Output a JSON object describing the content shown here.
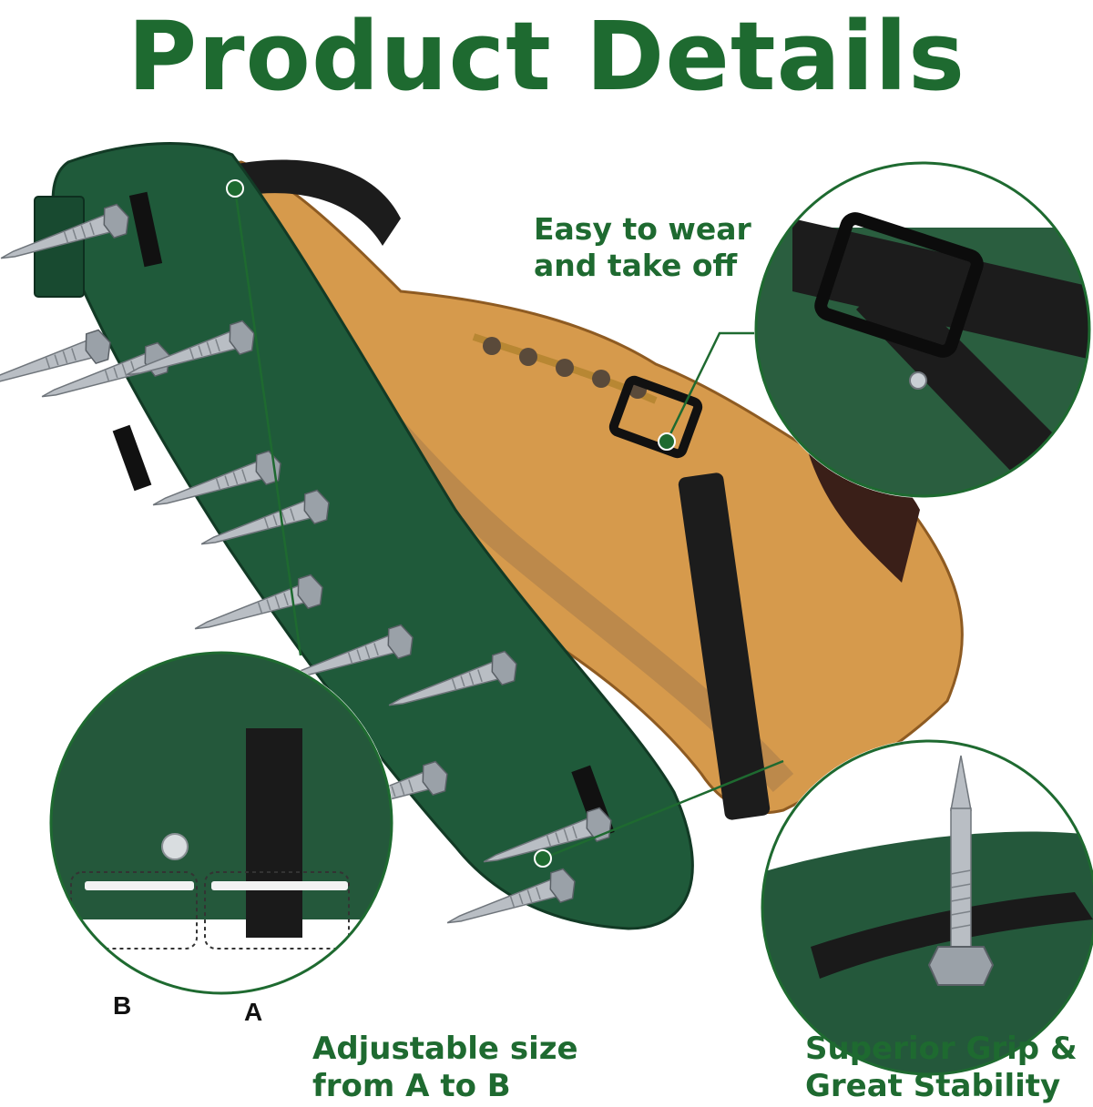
{
  "page": {
    "title": "Product Details",
    "accent_color": "#1e6a30",
    "sole_color": "#1f5a3a",
    "boot_color": "#d69a4c",
    "strap_color": "#1c1c1c"
  },
  "features": {
    "easy_wear": {
      "line1": "Easy to wear",
      "line2": "and take off",
      "icon": "strap-buckle-icon"
    },
    "adjustable": {
      "line1": "Adjustable size",
      "line2": "from A to B",
      "icon": "strap-slot-icon"
    },
    "grip": {
      "line1": "Superior Grip &",
      "line2": "Great Stability",
      "icon": "spike-bolt-icon"
    }
  },
  "zoom_labels": {
    "a": "A",
    "b": "B"
  }
}
